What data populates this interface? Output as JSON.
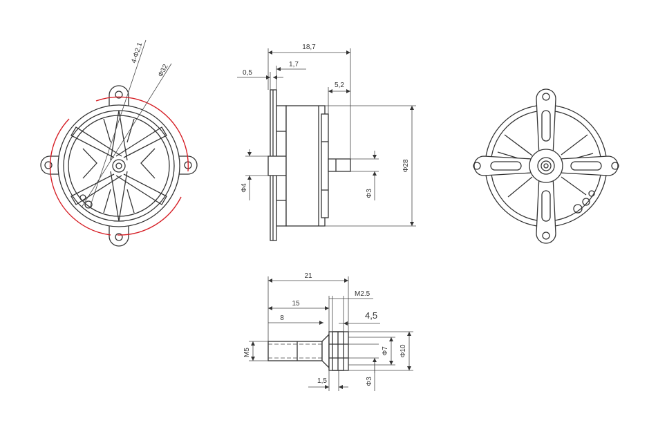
{
  "colors": {
    "line": "#333333",
    "highlight": "#d61f26",
    "background": "#ffffff"
  },
  "front_view": {
    "hole_label": "4-Φ2,1",
    "diameter_label": "Φ32"
  },
  "side_view": {
    "overall_length": "18,7",
    "flange_thickness": "0,5",
    "flange_gap": "1,7",
    "shaft_extension": "5,2",
    "motor_diameter": "Φ28",
    "hub_diameter": "Φ4",
    "shaft_diameter": "Φ3"
  },
  "adapter_view": {
    "overall_length": "21",
    "length_15": "15",
    "length_8": "8",
    "thread": "M2.5",
    "width_45": "4,5",
    "thread_m5": "M5",
    "diameter_7": "Φ7",
    "diameter_10": "Φ10",
    "collar_15": "1,5",
    "bore_3": "Φ3"
  }
}
